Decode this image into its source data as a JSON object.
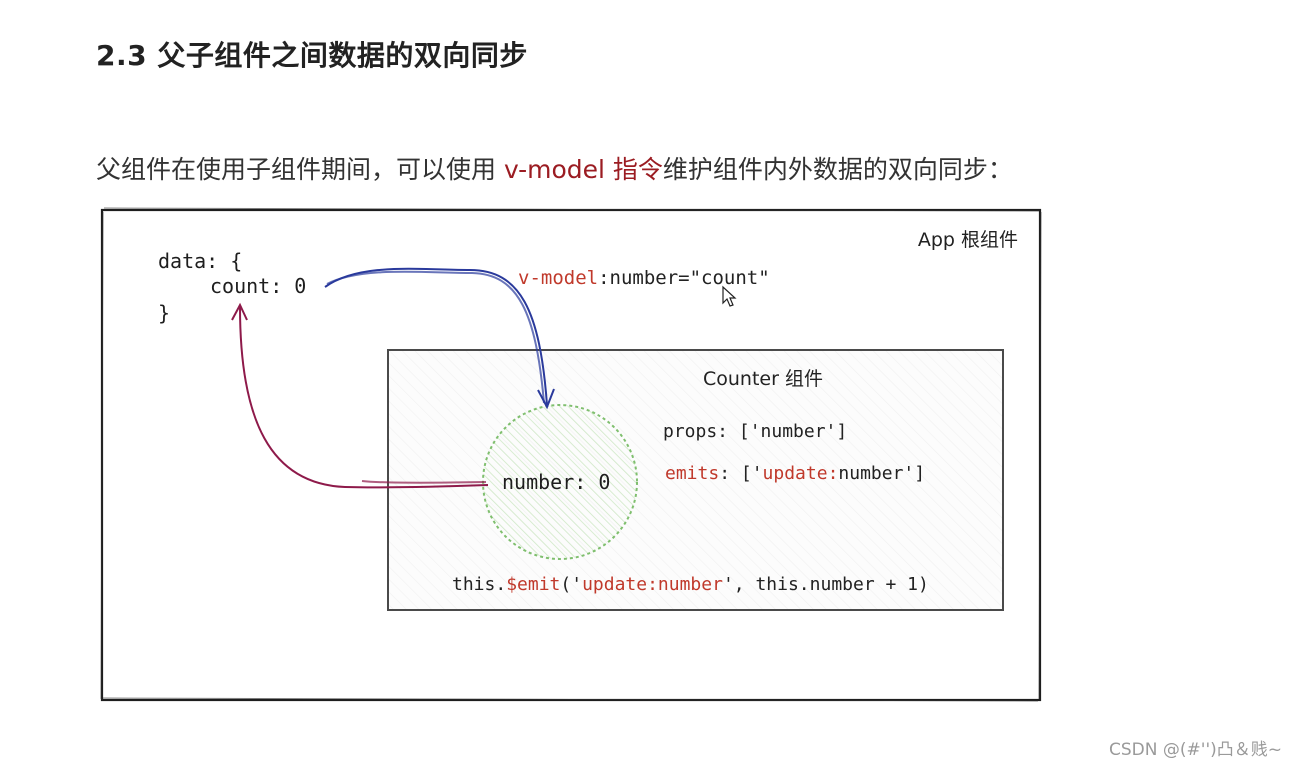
{
  "heading": "2.3 父子组件之间数据的双向同步",
  "intro": {
    "before": "父组件在使用子组件期间，可以使用 ",
    "highlight": "v-model 指令",
    "after": "维护组件内外数据的双向同步："
  },
  "diagram": {
    "app_label": "App  根组件",
    "data_open": "data: {",
    "count_line": "count: 0",
    "data_close": "}",
    "vmodel_directive": "v-model",
    "vmodel_rest": ":number=\"count\"",
    "counter_label": "Counter 组件",
    "props_line": "props: ['number']",
    "emits_key": "emits",
    "emits_open": ": ['",
    "emits_event": "update:",
    "emits_close": "number']",
    "circle_label": "number: 0",
    "emit_this": "this.",
    "emit_method": "$emit",
    "emit_open": "('",
    "emit_event": "update:number",
    "emit_rest": "', this.number + 1)"
  },
  "colors": {
    "highlight_red": "#9b1c22",
    "code_red": "#c0392b",
    "blue_arrow": "#2a3a9c",
    "crimson_arrow": "#8e1a4a",
    "circle_green": "#7fbf6e"
  },
  "watermark": "CSDN @(#'')凸＆贱~"
}
